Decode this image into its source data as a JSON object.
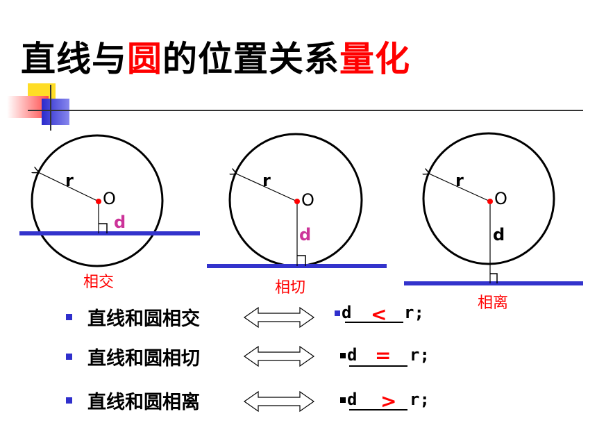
{
  "title": {
    "part1": "直线与",
    "part2": "圆",
    "part3": "的位置关系",
    "part4": "量化"
  },
  "diagrams": [
    {
      "r": "r",
      "o": "O",
      "d": "d",
      "caption": "相交"
    },
    {
      "r": "r",
      "o": "O",
      "d": "d",
      "caption": "相切"
    },
    {
      "r": "r",
      "o": "O",
      "d": "d",
      "caption": "相离"
    }
  ],
  "rows": [
    {
      "text": "直线和圆相交",
      "d": "d",
      "sym": "<",
      "r": "r;"
    },
    {
      "text": "直线和圆相切",
      "d": "d",
      "sym": "=",
      "r": "r;"
    },
    {
      "text": "直线和圆相离",
      "d": "d",
      "sym": ">",
      "r": "r;"
    }
  ],
  "colors": {
    "accent": "#ff0000",
    "line": "#3333cc",
    "d_label": "#cc3399"
  }
}
